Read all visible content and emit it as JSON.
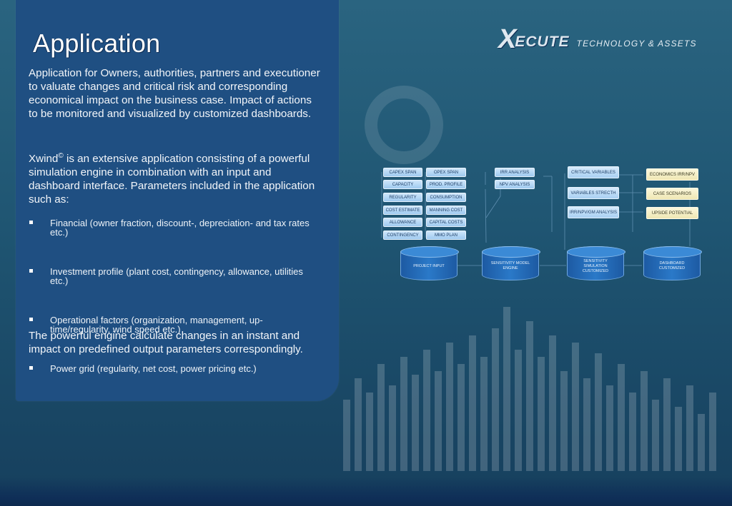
{
  "panel": {
    "title": "Application",
    "paragraph1": "Application for Owners, authorities, partners and executioner to valuate changes and critical risk and corresponding economical impact on the business case. Impact of actions to be monitored and visualized by customized dashboards.",
    "paragraph2_lead": "Xwind",
    "paragraph2_sup": "©",
    "paragraph2_rest": " is an extensive application consisting of a powerful simulation engine in combination with an input and dashboard interface. Parameters included in the application such as:",
    "bullets": [
      "Financial (owner fraction, discount-, depreciation- and tax rates etc.)",
      "Investment profile (plant cost, contingency, allowance, utilities etc.)",
      "Operational factors (organization, management, up-time/regularity, wind speed etc.)",
      "Power grid (regularity, net cost, power pricing etc.)"
    ],
    "paragraph3": "The powerful engine calculate changes in an instant and impact on predefined output parameters correspondingly."
  },
  "logo": {
    "mark": "X",
    "word": "ECUTE",
    "tagline": "TECHNOLOGY & ASSETS"
  },
  "diagram": {
    "inputs_left": [
      "CAPEX SPAN",
      "CAPACITY",
      "REGULARITY",
      "COST ESTIMATE",
      "ALLOWANCE",
      "CONTINGENCY"
    ],
    "inputs_right": [
      "OPEX SPAN",
      "PROD. PROFILE",
      "CONSUMPTION",
      "MANNING COST",
      "CAPITAL COSTS",
      "MMO PLAN"
    ],
    "analysis": [
      "IRR ANALYSIS",
      "NPV ANALYSIS"
    ],
    "variables": [
      "CRITICAL VARIABLES",
      "VARIABLES STRECTH",
      "IRR/NPV/GM ANALYSIS"
    ],
    "outputs": [
      "ECONOMICS IRR/NPV",
      "CASE SCENARIOS",
      "UPSIDE POTENTIAL"
    ],
    "cylinders": [
      "PROJECT INPUT",
      "SENSITIVITY MODEL ENGINE",
      "SENSITIVITY SIMULATION CUSTOMIZED",
      "DASHBOARD CUSTOMIZED"
    ]
  },
  "colors": {
    "panel": "#1f4f82",
    "background": "#22607d",
    "box_blue": "#b7d9f6",
    "box_yellow": "#f4efc6",
    "cylinder": "#2a79c8"
  }
}
